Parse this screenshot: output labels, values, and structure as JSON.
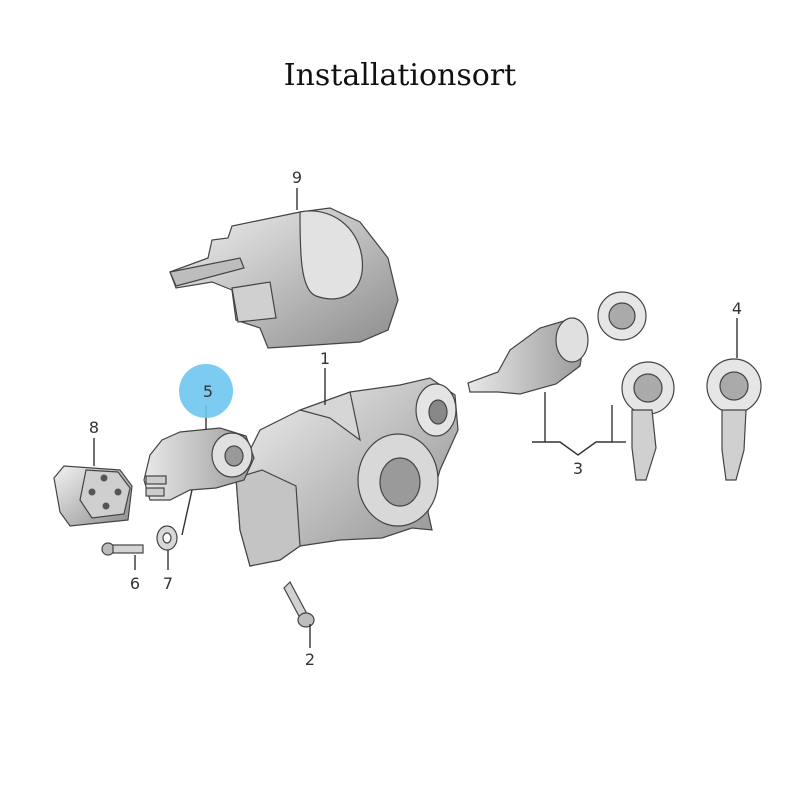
{
  "title": "Installationsort",
  "highlight_color": "#6ec6f0",
  "parts": [
    {
      "id": "1",
      "name": "ignition-lock-housing"
    },
    {
      "id": "2",
      "name": "bolt"
    },
    {
      "id": "3",
      "name": "lock-cylinder-with-keys"
    },
    {
      "id": "4",
      "name": "key"
    },
    {
      "id": "5",
      "name": "ignition-switch",
      "highlighted": true
    },
    {
      "id": "6",
      "name": "screw"
    },
    {
      "id": "7",
      "name": "washer"
    },
    {
      "id": "8",
      "name": "connector"
    },
    {
      "id": "9",
      "name": "cover"
    }
  ]
}
